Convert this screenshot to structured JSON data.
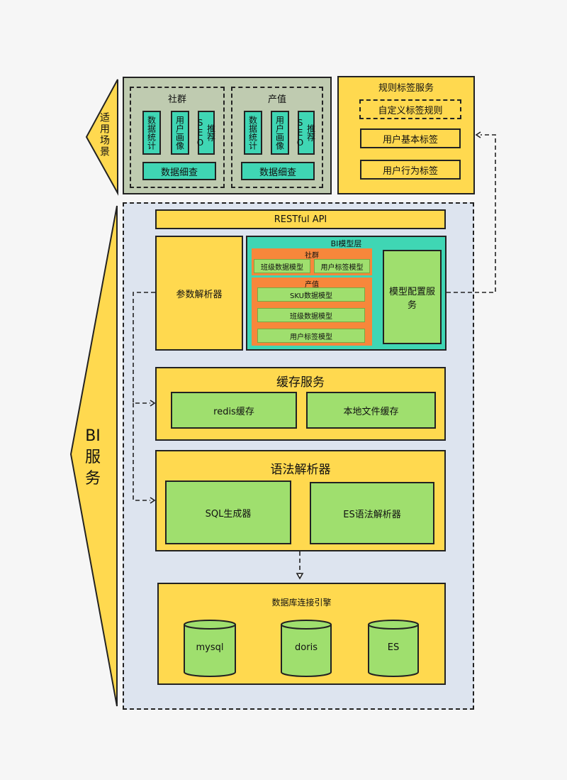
{
  "scenario": {
    "side_label": "适用场景",
    "community": {
      "title": "社群",
      "chips": [
        "数据统计",
        "用户画像",
        "推荐SEO"
      ],
      "detail": "数据细查"
    },
    "output": {
      "title": "产值",
      "chips": [
        "数据统计",
        "用户画像",
        "推荐SEO"
      ],
      "detail": "数据细查"
    }
  },
  "tag_service": {
    "title": "规则标签服务",
    "custom_rules": "自定义标签规则",
    "basic_tags": "用户基本标签",
    "behavior_tags": "用户行为标签"
  },
  "bi": {
    "side_label": "BI服务",
    "restful": "RESTful API",
    "param_parser": "参数解析器",
    "model_layer": {
      "title": "BI模型层",
      "community": {
        "title": "社群",
        "items": [
          "班级数据模型",
          "用户标签模型"
        ]
      },
      "output": {
        "title": "产值",
        "items": [
          "SKU数据模型",
          "班级数据模型",
          "用户标签模型"
        ]
      },
      "config_service": "模型配置服务"
    },
    "cache": {
      "title": "缓存服务",
      "items": [
        "redis缓存",
        "本地文件缓存"
      ]
    },
    "grammar": {
      "title": "语法解析器",
      "items": [
        "SQL生成器",
        "ES语法解析器"
      ]
    },
    "db": {
      "title": "数据库连接引擎",
      "items": [
        "mysql",
        "doris",
        "ES"
      ]
    }
  },
  "colors": {
    "yellow": "#ffd94f",
    "green": "#9fdf6e",
    "teal": "#3fd6b4",
    "orange": "#f7873b",
    "sage": "#bfcbb0",
    "panel": "#dde4ef"
  }
}
